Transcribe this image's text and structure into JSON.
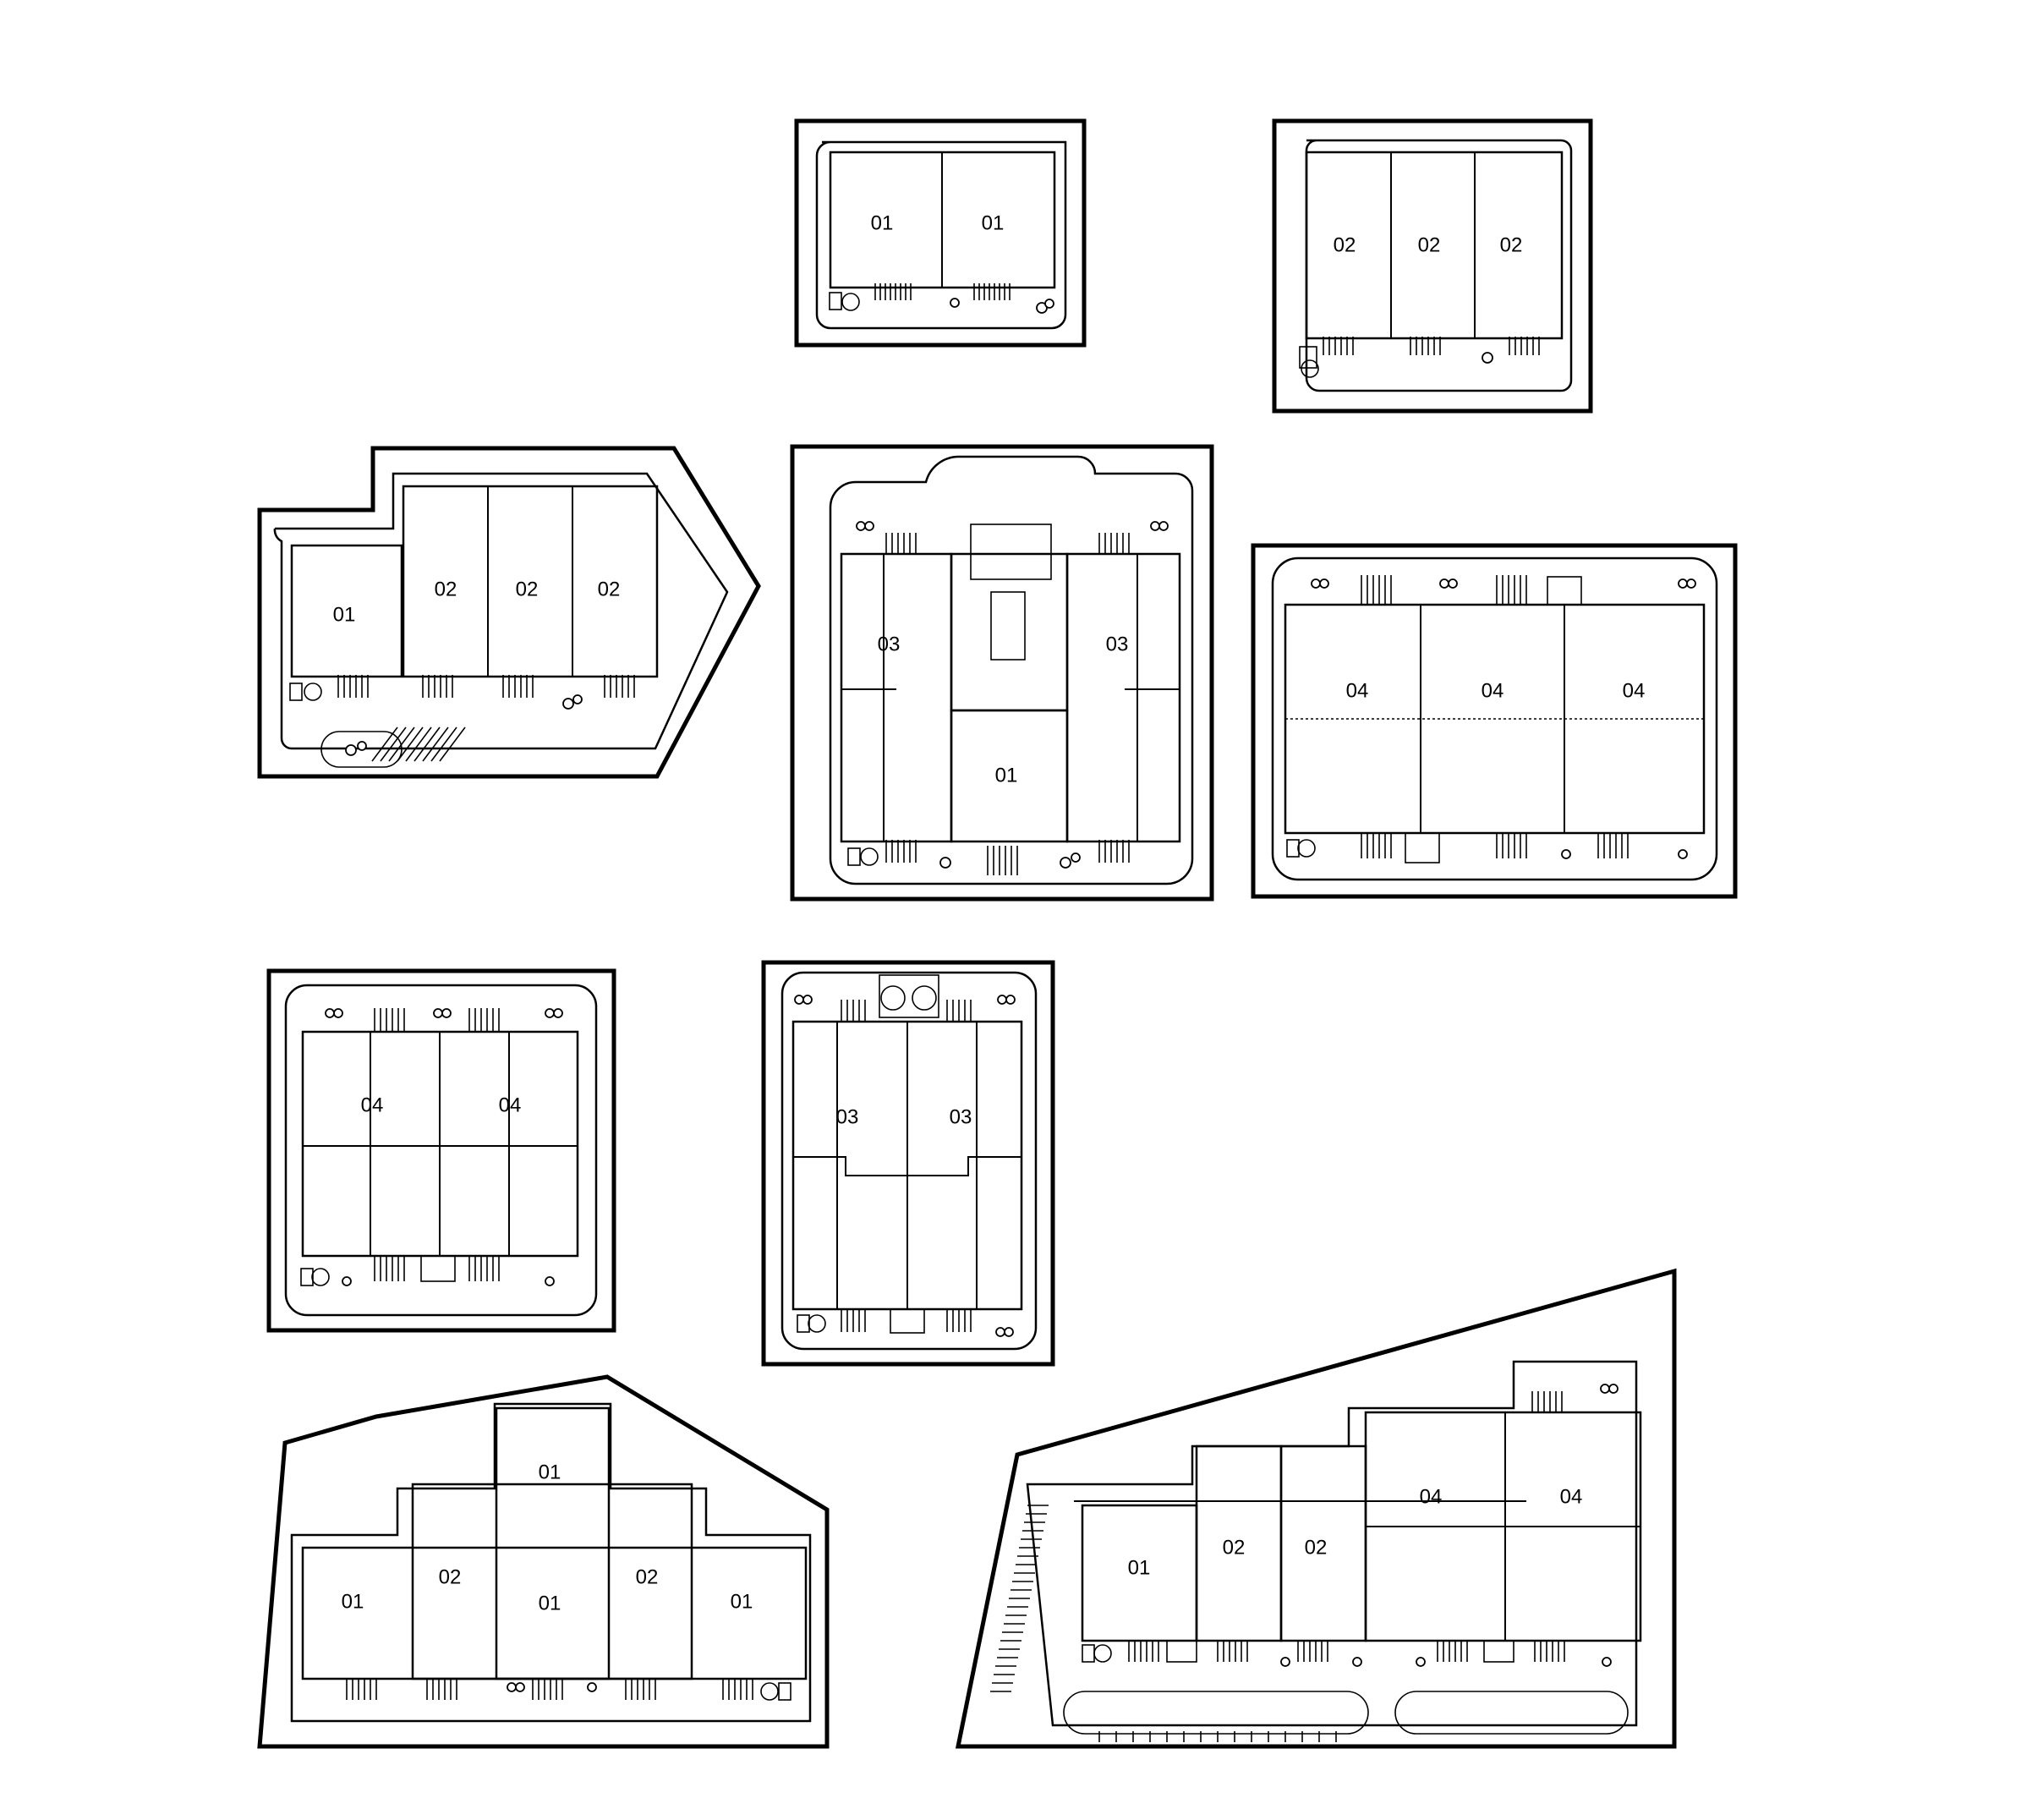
{
  "labels": {
    "a": [
      "01",
      "01"
    ],
    "b": [
      "02",
      "02",
      "02"
    ],
    "c": [
      "01",
      "02",
      "02",
      "02"
    ],
    "d": [
      "03",
      "03",
      "01"
    ],
    "e": [
      "04",
      "04",
      "04"
    ],
    "f": [
      "04",
      "04"
    ],
    "g": [
      "03",
      "03"
    ],
    "h": [
      "01",
      "02",
      "01",
      "01",
      "02",
      "01"
    ],
    "i": [
      "01",
      "02",
      "02",
      "04",
      "04"
    ]
  }
}
